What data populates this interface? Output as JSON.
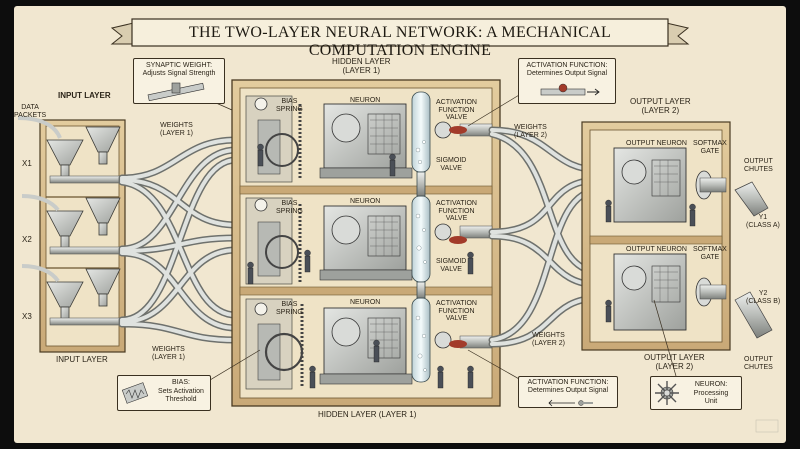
{
  "title": "THE TWO-LAYER NEURAL NETWORK: A MECHANICAL COMPUTATION ENGINE",
  "input": {
    "heading": "INPUT LAYER",
    "footer": "INPUT LAYER",
    "packets": "DATA\nPACKETS",
    "nodes": [
      "X1",
      "X2",
      "X3"
    ]
  },
  "weights": {
    "layer1_top": "WEIGHTS\n(LAYER 1)",
    "layer1_bottom": "WEIGHTS\n(LAYER 1)",
    "layer2_top": "WEIGHTS\n(LAYER 2)",
    "layer2_bottom": "WEIGHTS\n(LAYER 2)"
  },
  "hidden": {
    "heading": "HIDDEN LAYER\n(LAYER 1)",
    "footer": "HIDDEN LAYER (LAYER 1)",
    "bias_spring": "BIAS\nSPRING",
    "neuron": "NEURON",
    "activation_valve": "ACTIVATION\nFUNCTION\nVALVE",
    "sigmoid_valve": "SIGMOID\nVALVE"
  },
  "output": {
    "heading": "OUTPUT LAYER\n(LAYER 2)",
    "footer": "OUTPUT LAYER\n(LAYER 2)",
    "neuron": "OUTPUT NEURON",
    "softmax": "SOFTMAX\nGATE",
    "chutes_top": "OUTPUT\nCHUTES",
    "chutes_bottom": "OUTPUT\nCHUTES",
    "y1": "Y1\n(CLASS A)",
    "y2": "Y2\n(CLASS B)"
  },
  "callouts": {
    "synaptic": {
      "title": "SYNAPTIC WEIGHT:",
      "text": "Adjusts Signal Strength"
    },
    "activation_top": {
      "title": "ACTIVATION FUNCTION:",
      "text": "Determines Output Signal"
    },
    "bias": {
      "title": "BIAS:",
      "text": "Sets Activation\nThreshold"
    },
    "activation_bottom": {
      "title": "ACTIVATION FUNCTION:",
      "text": "Determines Output Signal"
    },
    "neuron": {
      "title": "NEURON:",
      "text": "Processing\nUnit"
    }
  },
  "colors": {
    "paper": "#f1e7d0",
    "ink": "#2b2418",
    "wood": "#d9bf8f",
    "metal": "#c9ccc9",
    "shadow": "#8a8a84"
  }
}
